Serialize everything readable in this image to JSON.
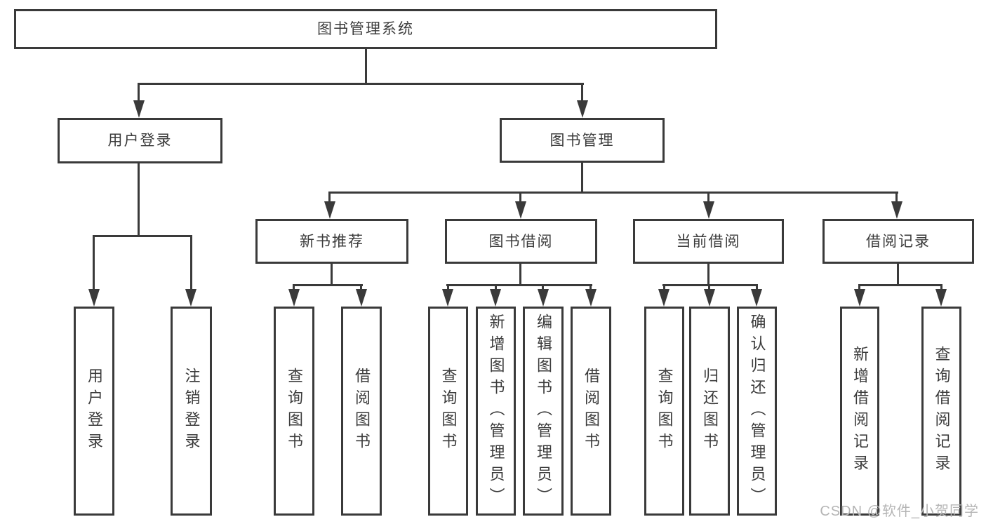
{
  "diagram": {
    "type": "hierarchy-tree",
    "colors": {
      "line": "#3a3a3a",
      "text": "#3b3b3b",
      "box_bg": "#ffffff",
      "watermark": "#b5b5b5"
    },
    "watermark": {
      "text": "CSDN @软件_小贺同学"
    },
    "tree": {
      "label": "图书管理系统",
      "children": [
        {
          "label": "用户登录",
          "children": [
            {
              "label": "用户登录"
            },
            {
              "label": "注销登录"
            }
          ]
        },
        {
          "label": "图书管理",
          "children": [
            {
              "label": "新书推荐",
              "children": [
                {
                  "label": "查询图书"
                },
                {
                  "label": "借阅图书"
                }
              ]
            },
            {
              "label": "图书借阅",
              "children": [
                {
                  "label": "查询图书"
                },
                {
                  "label": "新增图书（管理员）"
                },
                {
                  "label": "编辑图书（管理员）"
                },
                {
                  "label": "借阅图书"
                }
              ]
            },
            {
              "label": "当前借阅",
              "children": [
                {
                  "label": "查询图书"
                },
                {
                  "label": "归还图书"
                },
                {
                  "label": "确认归还（管理员）"
                }
              ]
            },
            {
              "label": "借阅记录",
              "children": [
                {
                  "label": "新增借阅记录"
                },
                {
                  "label": "查询借阅记录"
                }
              ]
            }
          ]
        }
      ]
    }
  }
}
